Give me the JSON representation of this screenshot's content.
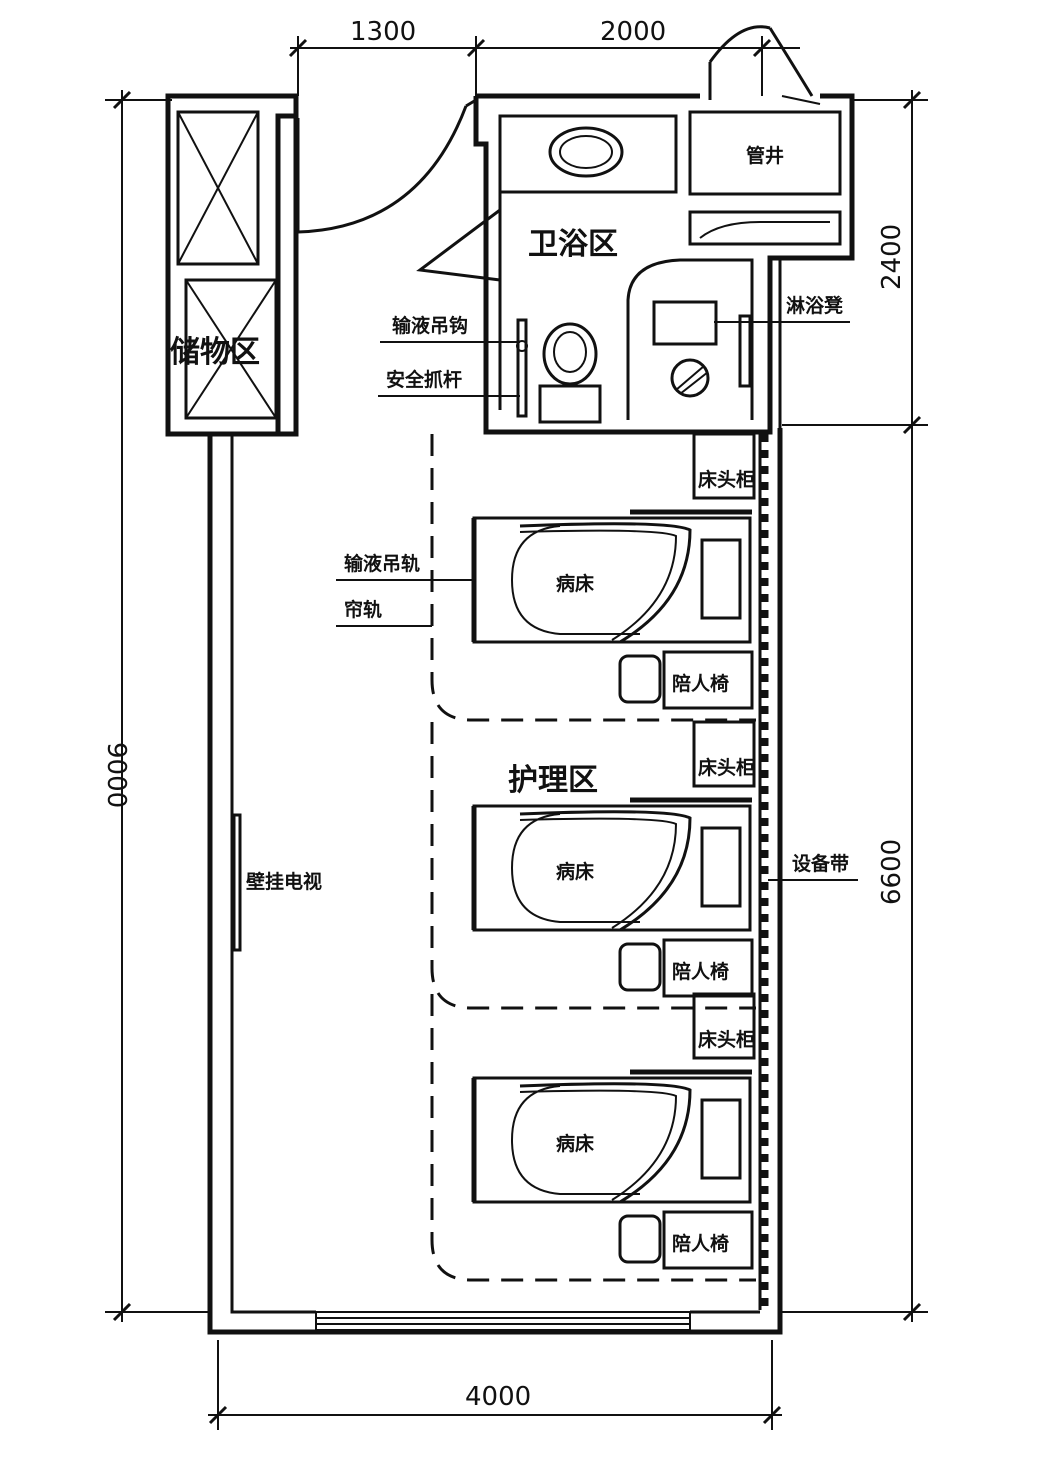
{
  "dimensions": {
    "top_left": "1300",
    "top_right": "2000",
    "left_total": "9000",
    "right_upper": "2400",
    "right_lower": "6600",
    "bottom": "4000"
  },
  "zones": {
    "storage": "储物区",
    "bathroom": "卫浴区",
    "nursing": "护理区"
  },
  "labels": {
    "pipe_shaft": "管井",
    "shower_stool": "淋浴凳",
    "infusion_hook": "输液吊钩",
    "grab_bar": "安全抓杆",
    "infusion_track": "输液吊轨",
    "curtain_track": "帘轨",
    "wall_tv": "壁挂电视",
    "equipment_belt": "设备带"
  },
  "beds": [
    {
      "bed": "病床",
      "cabinet": "床头柜",
      "chair": "陪人椅"
    },
    {
      "bed": "病床",
      "cabinet": "床头柜",
      "chair": "陪人椅"
    },
    {
      "bed": "病床",
      "cabinet": "床头柜",
      "chair": "陪人椅"
    }
  ]
}
